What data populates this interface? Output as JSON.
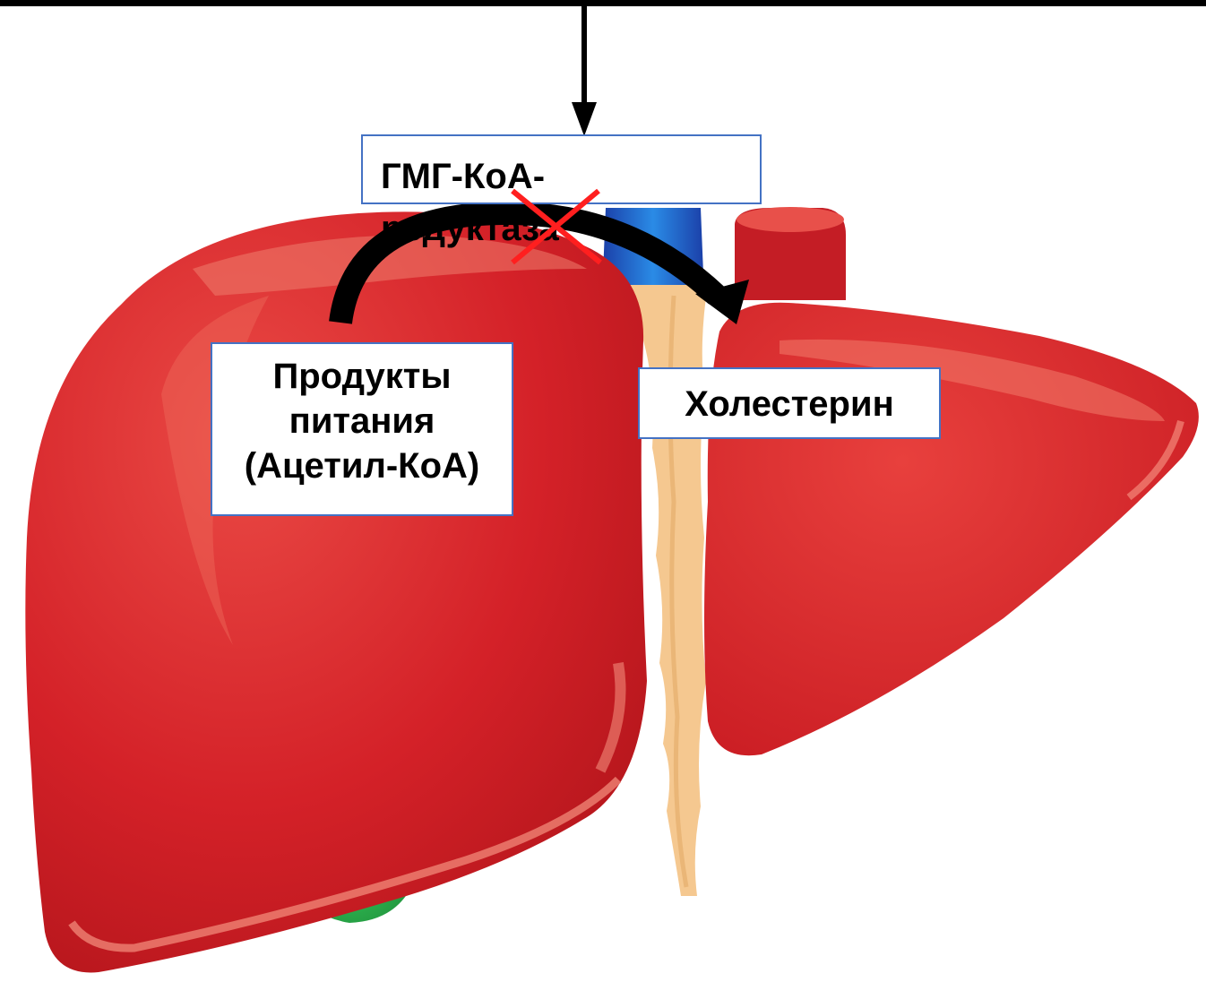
{
  "colors": {
    "liver_red": "#d42128",
    "liver_light": "#ee6a5a",
    "bile_duct": "#f5c890",
    "vein_blue": "#1c5fd0",
    "gallbladder": "#2bb24c",
    "box_border": "#4472c4",
    "block_mark": "#ff1f1f"
  },
  "diagram": {
    "enzyme": "ГМГ-КоА-редуктаза",
    "substrate": "Продукты питания (Ацетил-КоА)",
    "product": "Холестерин"
  }
}
